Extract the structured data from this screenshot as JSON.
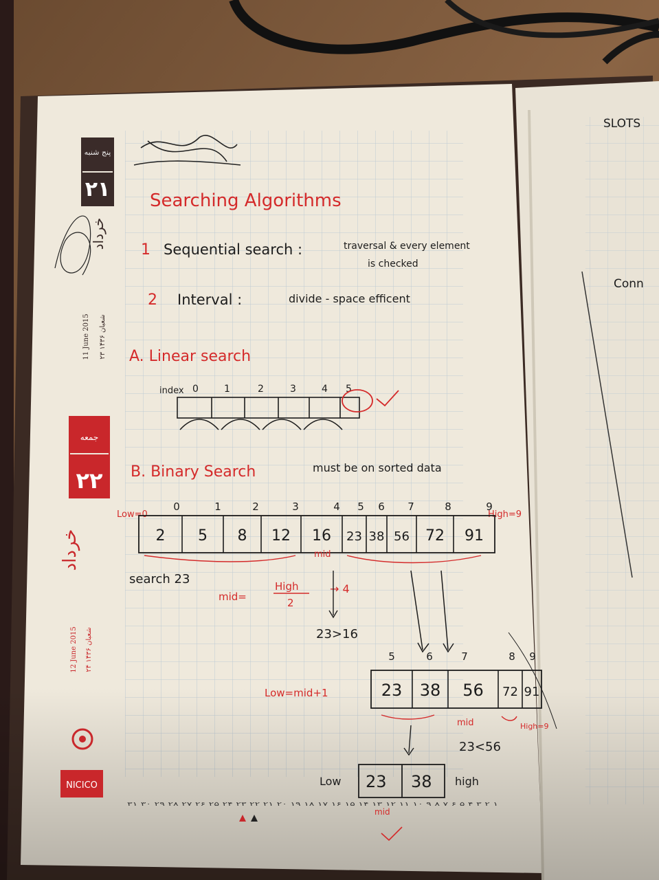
{
  "palette": {
    "desk": "#7a5638",
    "page": "#efe9dc",
    "grid": "#b9c7d2",
    "ink": "#1c1c1c",
    "red_ink": "#d42a2a",
    "tab_dark": "#3a2b29",
    "tab_red": "#c9272b"
  },
  "left_page": {
    "tab_top": {
      "day_name": "پنج شنبه",
      "day_number": "۲۱"
    },
    "tab_bottom": {
      "day_name": "جمعه",
      "day_number": "۲۲"
    },
    "side_month": "خرداد",
    "side_date_1": {
      "gregorian": "11   June   2015",
      "hijri": "۲۳ شعبان ۱۴۳۶"
    },
    "side_date_2": {
      "gregorian": "12   June   2015",
      "hijri": "۲۴ شعبان ۱۴۳۶"
    },
    "brand": "NICICO",
    "title": "Searching Algorithms",
    "item1_num": "1",
    "item1_text": "Sequential search :",
    "item1_note_a": "traversal & every element",
    "item1_note_b": "is checked",
    "item2_num": "2",
    "item2_text": "Interval :",
    "item2_note": "divide - space efficent",
    "section_a": "A.  Linear search",
    "linear_index_label": "index",
    "linear_indexes": [
      "0",
      "1",
      "2",
      "3",
      "4",
      "5"
    ],
    "section_b": "B. Binary Search",
    "section_b_note": "must be on sorted data",
    "bin_indexes": [
      "0",
      "1",
      "2",
      "3",
      "4",
      "5",
      "6",
      "7",
      "8",
      "9"
    ],
    "bin_values": [
      "2",
      "5",
      "8",
      "12",
      "16",
      "23",
      "38",
      "56",
      "72",
      "91"
    ],
    "low_label": "Low=0",
    "high_label": "High=9",
    "mid_label": "mid",
    "search_label": "search 23",
    "mid_formula_lhs": "mid=",
    "mid_formula_num": "High",
    "mid_formula_den": "2",
    "mid_formula_rhs": "→ 4",
    "compare1": "23>16",
    "step2_indexes": [
      "5",
      "6",
      "7",
      "8",
      "9"
    ],
    "step2_values": [
      "23",
      "38",
      "56",
      "72",
      "91"
    ],
    "low_mid_label": "Low=mid+1",
    "high9_label": "High=9",
    "compare2": "23<56",
    "step3_low": "Low",
    "step3_values": [
      "23",
      "38"
    ],
    "step3_high": "high",
    "step3_mid": "mid",
    "footer_numbers": "۳۱ ۳۰ ۲۹ ۲۸ ۲۷ ۲۶ ۲۵ ۲۴ ۲۳ ۲۲ ۲۱ ۲۰ ۱۹ ۱۸ ۱۷ ۱۶ ۱۵ ۱۴ ۱۳ ۱۲ ۱۱ ۱۰ ۹ ۸ ۷ ۶ ۵ ۴ ۳ ۲ ۱"
  },
  "right_page": {
    "heading1": "SLOTS",
    "heading2": "Conn"
  }
}
